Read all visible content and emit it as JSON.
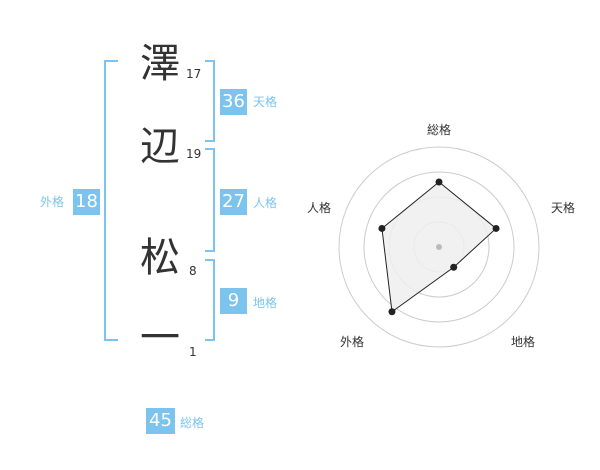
{
  "name_chars": [
    {
      "char": "澤",
      "strokes": "17"
    },
    {
      "char": "辺",
      "strokes": "19"
    },
    {
      "char": "松",
      "strokes": "8"
    },
    {
      "char": "一",
      "strokes": "1"
    }
  ],
  "kaku": {
    "tenkaku": {
      "value": "36",
      "label": "天格"
    },
    "jinkaku": {
      "value": "27",
      "label": "人格"
    },
    "chikaku": {
      "value": "9",
      "label": "地格"
    },
    "gaikaku": {
      "value": "18",
      "label": "外格"
    },
    "soukaku": {
      "value": "45",
      "label": "総格"
    }
  },
  "colors": {
    "accent": "#7cc4ee",
    "text": "#333333",
    "radar_fill": "#eeeeee",
    "ring": "#cccccc"
  },
  "chart_data": {
    "type": "radar",
    "axes": [
      "総格",
      "天格",
      "地格",
      "外格",
      "人格"
    ],
    "values": [
      0.65,
      0.6,
      0.25,
      0.8,
      0.6
    ],
    "rings": 4,
    "range": [
      0,
      1
    ]
  }
}
